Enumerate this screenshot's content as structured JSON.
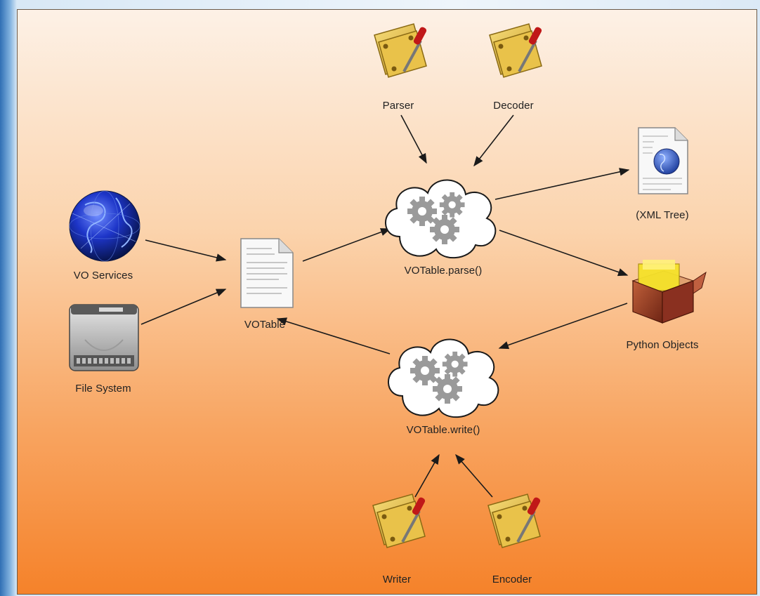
{
  "nodes": {
    "parser": {
      "label": "Parser",
      "icon": "toolkit-icon"
    },
    "decoder": {
      "label": "Decoder",
      "icon": "toolkit-icon"
    },
    "xml_tree": {
      "label": "(XML Tree)",
      "icon": "xml-document-icon"
    },
    "vo_services": {
      "label": "VO Services",
      "icon": "globe-icon"
    },
    "votable": {
      "label": "VOTable",
      "icon": "document-icon"
    },
    "parse": {
      "label": "VOTable.parse()",
      "icon": "gears-cloud-icon"
    },
    "python_objects": {
      "label": "Python Objects",
      "icon": "package-box-icon"
    },
    "file_system": {
      "label": "File System",
      "icon": "hard-drive-icon"
    },
    "write": {
      "label": "VOTable.write()",
      "icon": "gears-cloud-icon"
    },
    "writer": {
      "label": "Writer",
      "icon": "toolkit-icon"
    },
    "encoder": {
      "label": "Encoder",
      "icon": "toolkit-icon"
    }
  },
  "edges": [
    {
      "from": "parser",
      "to": "parse"
    },
    {
      "from": "decoder",
      "to": "parse"
    },
    {
      "from": "vo_services",
      "to": "votable"
    },
    {
      "from": "file_system",
      "to": "votable"
    },
    {
      "from": "votable",
      "to": "parse"
    },
    {
      "from": "parse",
      "to": "xml_tree"
    },
    {
      "from": "parse",
      "to": "python_objects"
    },
    {
      "from": "python_objects",
      "to": "write"
    },
    {
      "from": "write",
      "to": "votable"
    },
    {
      "from": "writer",
      "to": "write"
    },
    {
      "from": "encoder",
      "to": "write"
    }
  ],
  "colors": {
    "background_top": "#fdf1e6",
    "background_bottom": "#f5822a",
    "arrow": "#1a1a1a"
  }
}
